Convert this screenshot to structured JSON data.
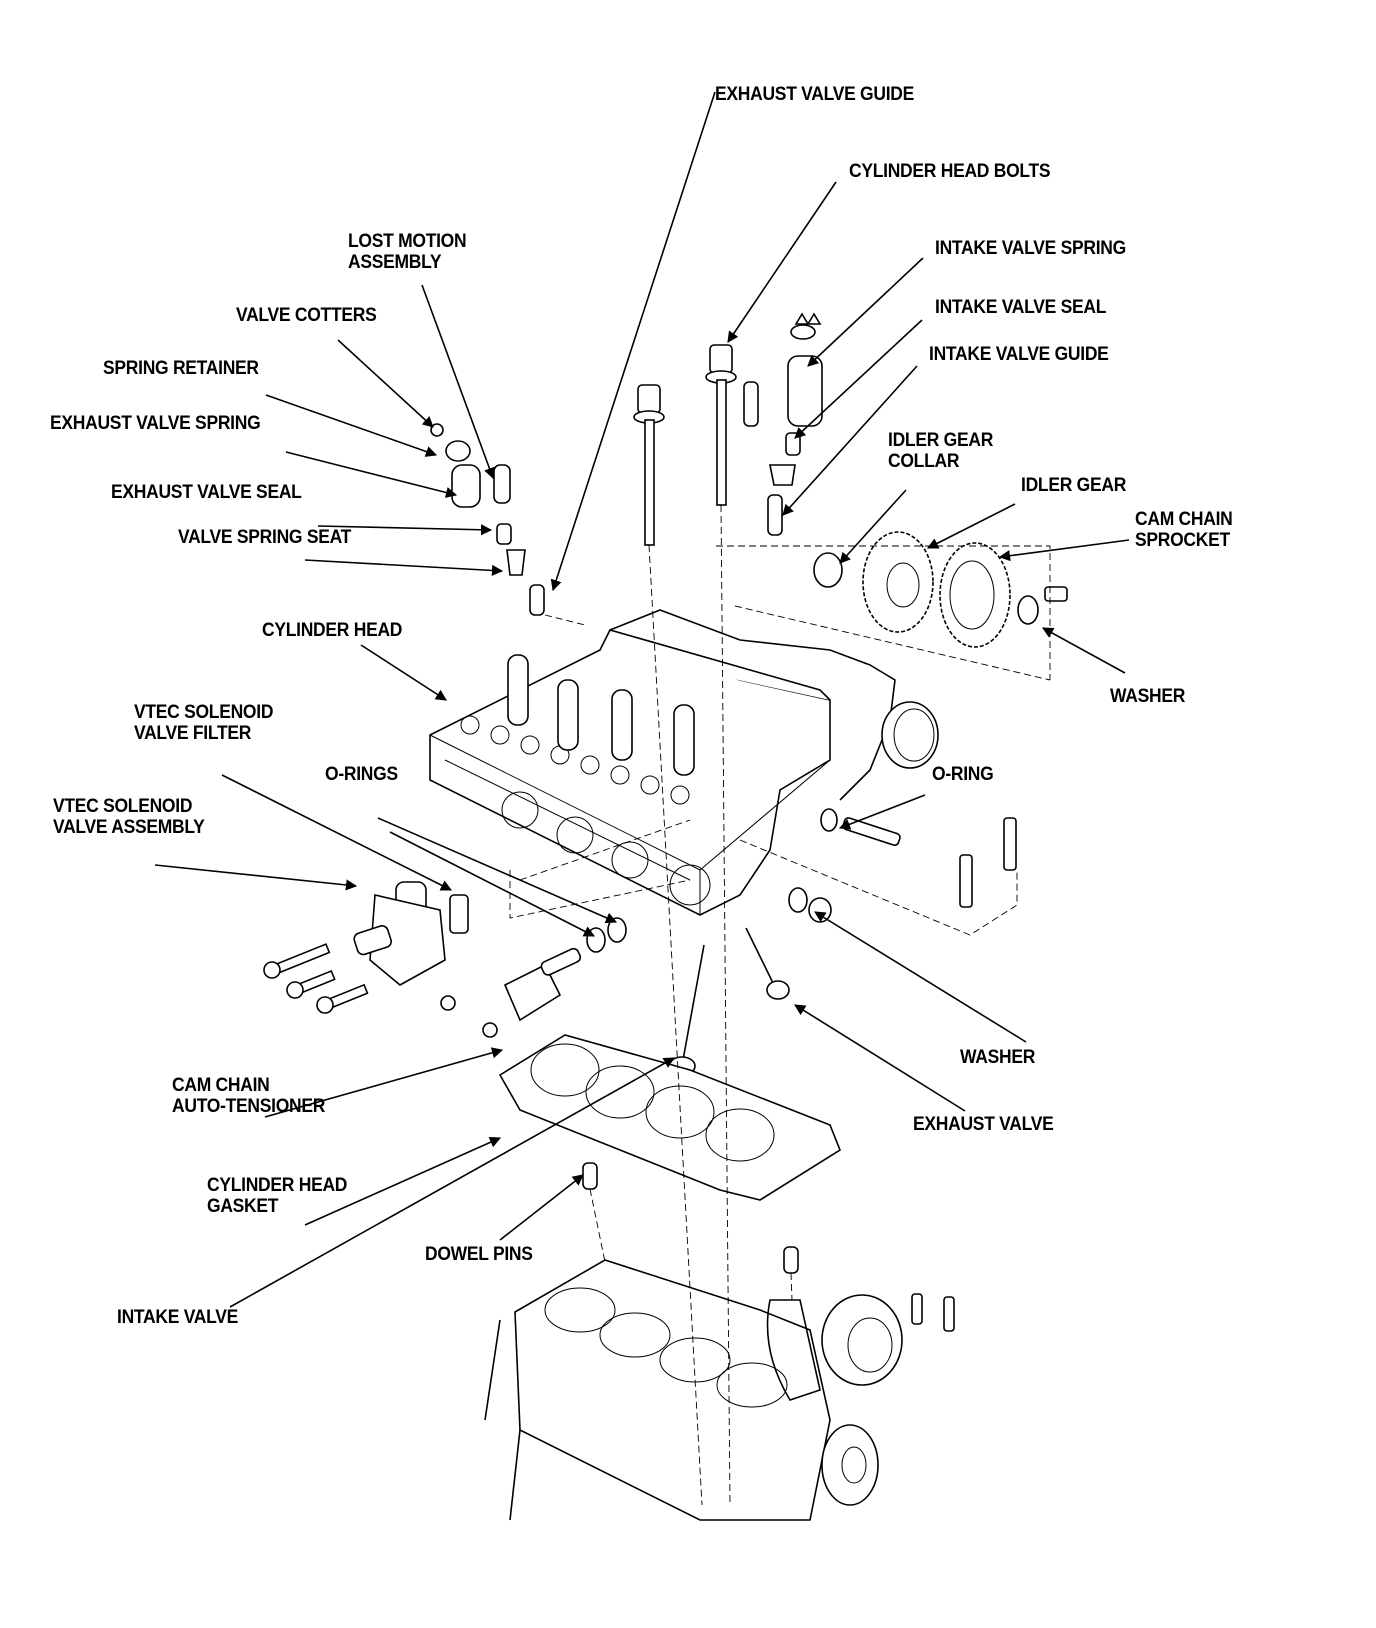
{
  "diagram": {
    "title": "Cylinder Head Exploded View",
    "colors": {
      "ink": "#000000",
      "paper": "#ffffff"
    },
    "labels": [
      {
        "id": "exhaust-valve-guide",
        "text": "EXHAUST VALVE GUIDE"
      },
      {
        "id": "cylinder-head-bolts",
        "text": "CYLINDER HEAD BOLTS"
      },
      {
        "id": "intake-valve-spring",
        "text": "INTAKE VALVE SPRING"
      },
      {
        "id": "lost-motion-assembly",
        "text": "LOST MOTION\nASSEMBLY"
      },
      {
        "id": "valve-cotters",
        "text": "VALVE COTTERS"
      },
      {
        "id": "intake-valve-seal",
        "text": "INTAKE VALVE SEAL"
      },
      {
        "id": "intake-valve-guide",
        "text": "INTAKE VALVE GUIDE"
      },
      {
        "id": "spring-retainer",
        "text": "SPRING RETAINER"
      },
      {
        "id": "exhaust-valve-spring",
        "text": "EXHAUST VALVE SPRING"
      },
      {
        "id": "idler-gear-collar",
        "text": "IDLER GEAR\nCOLLAR"
      },
      {
        "id": "exhaust-valve-seal",
        "text": "EXHAUST VALVE SEAL"
      },
      {
        "id": "idler-gear",
        "text": "IDLER GEAR"
      },
      {
        "id": "cam-chain-sprocket",
        "text": "CAM CHAIN\nSPROCKET"
      },
      {
        "id": "valve-spring-seat",
        "text": "VALVE SPRING SEAT"
      },
      {
        "id": "cylinder-head",
        "text": "CYLINDER HEAD"
      },
      {
        "id": "washer-top",
        "text": "WASHER"
      },
      {
        "id": "vtec-solenoid-valve-filter",
        "text": "VTEC SOLENOID\nVALVE FILTER"
      },
      {
        "id": "o-rings",
        "text": "O-RINGS"
      },
      {
        "id": "o-ring",
        "text": "O-RING"
      },
      {
        "id": "vtec-solenoid-valve-assembly",
        "text": "VTEC SOLENOID\nVALVE ASSEMBLY"
      },
      {
        "id": "washer-bottom",
        "text": "WASHER"
      },
      {
        "id": "cam-chain-auto-tensioner",
        "text": "CAM CHAIN\nAUTO-TENSIONER"
      },
      {
        "id": "exhaust-valve",
        "text": "EXHAUST VALVE"
      },
      {
        "id": "cylinder-head-gasket",
        "text": "CYLINDER HEAD\nGASKET"
      },
      {
        "id": "dowel-pins",
        "text": "DOWEL PINS"
      },
      {
        "id": "intake-valve",
        "text": "INTAKE VALVE"
      }
    ]
  }
}
